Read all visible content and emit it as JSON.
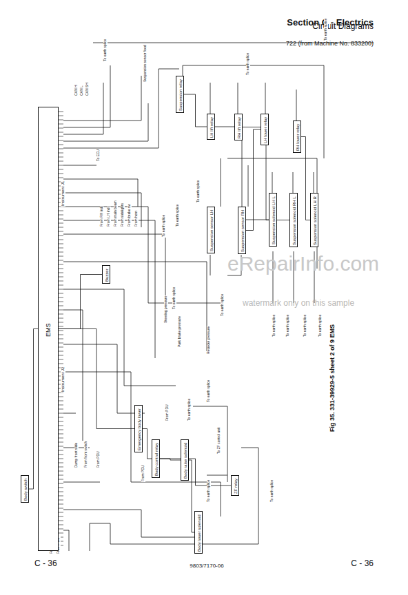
{
  "diagram": {
    "title": "Section C - Electrics",
    "caption": "Fig 35. 331-39929-5 sheet 2 of 9 EMS",
    "nodes": [
      {
        "text": [
          "EMS"
        ]
      },
      {
        "text": [
          "Suspension relay"
        ]
      },
      {
        "text": [
          "LH lift relay"
        ]
      },
      {
        "text": [
          "RH lift relay"
        ]
      },
      {
        "text": [
          "LH lower relay"
        ]
      },
      {
        "text": [
          "RH lower relay"
        ]
      },
      {
        "text": [
          "Suspension sensor LH"
        ]
      },
      {
        "text": [
          "Suspension sensor RH"
        ]
      },
      {
        "text": [
          "Suspension solenoid LH L"
        ]
      },
      {
        "text": [
          "Suspension solenoid RH L"
        ]
      },
      {
        "text": [
          "Suspension solenoid LH R"
        ]
      },
      {
        "text": [
          "Buzzer"
        ]
      },
      {
        "text": [
          "Emergency body lower"
        ]
      },
      {
        "text": [
          "Body control relay"
        ]
      },
      {
        "text": [
          "Body raise solenoid"
        ]
      },
      {
        "text": [
          "Body lower solenoid"
        ]
      },
      {
        "text": [
          "ZF relay"
        ]
      },
      {
        "text": [
          "Body switch"
        ]
      }
    ],
    "edges": [
      {
        "from": 1,
        "to": 2,
        "arrow": "none"
      },
      {
        "from": 2,
        "to": 8,
        "arrow": "none"
      },
      {
        "from": 3,
        "to": 9,
        "arrow": "none"
      },
      {
        "from": 5,
        "to": 10,
        "arrow": "none"
      },
      {
        "from": 4,
        "to": 7,
        "arrow": "none"
      },
      {
        "from": 0,
        "to": 12,
        "arrow": "none"
      },
      {
        "from": 12,
        "to": 13,
        "arrow": "none"
      },
      {
        "from": 13,
        "to": 14,
        "arrow": "none"
      },
      {
        "from": 14,
        "to": 15,
        "arrow": "none"
      },
      {
        "from": 13,
        "to": 16,
        "arrow": "none"
      },
      {
        "from": 0,
        "to": 11,
        "arrow": "none"
      },
      {
        "from": 17,
        "to": 0,
        "arrow": "none"
      }
    ],
    "labels": [
      "Circuit Diagrams",
      "722 (from Machine No. 833200)",
      "C - 36",
      "9803/7170-06",
      "C - 36",
      "eRepairInfo.com",
      "watermark only on this sample",
      "Instrument J1",
      "Instrument J2",
      "CAN H",
      "CAN L",
      "CAN SH",
      "To earth splice",
      "Suspension sensor feed",
      "To ECU",
      "From RH ind",
      "From LH ind",
      "From main beam",
      "From sidelights",
      "From brake sw",
      "From horn",
      "To earth splice",
      "To earth splice",
      "To earth splice",
      "Park brake pressure",
      "Steering pressure",
      "Retarder pressure",
      "To earth splice",
      "To earth splice",
      "Dump front slide",
      "From front switch",
      "From PDU",
      "From PDU",
      "From PDU",
      "From PDU",
      "From PDU",
      "To earth splice",
      "To earth splice",
      "To earth splice",
      "To earth splice",
      "To ZF control unit",
      "To earth splice",
      "To earth splice",
      "To earth splice",
      "To earth splice",
      "To earth splice",
      "To earth splice"
    ]
  }
}
